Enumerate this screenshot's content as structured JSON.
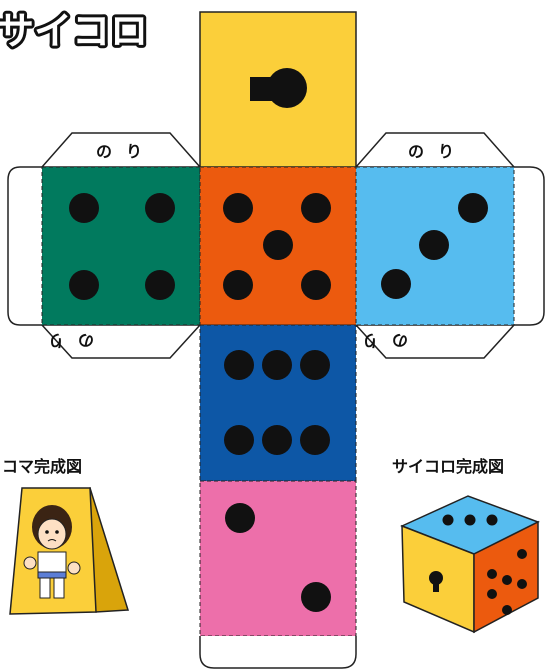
{
  "title": "サイコロ",
  "tabs": {
    "glue_label": "のり",
    "glue_label_rotated": "のり"
  },
  "captions": {
    "koma": "コマ完成図",
    "saikoro": "サイコロ完成図"
  },
  "colors": {
    "top": "#FBCF3A",
    "left": "#017A5E",
    "center": "#EC5A0E",
    "right": "#56BCEF",
    "lower": "#0D57A6",
    "bottom": "#ED6FAA",
    "pip": "#111111"
  },
  "faces": [
    {
      "name": "top-face",
      "pips": 1,
      "icon": "keyhole-pip"
    },
    {
      "name": "left-face",
      "pips": 4
    },
    {
      "name": "center-face",
      "pips": 5
    },
    {
      "name": "right-face",
      "pips": 3
    },
    {
      "name": "lower-face",
      "pips": 6
    },
    {
      "name": "bottom-face",
      "pips": 2
    }
  ]
}
